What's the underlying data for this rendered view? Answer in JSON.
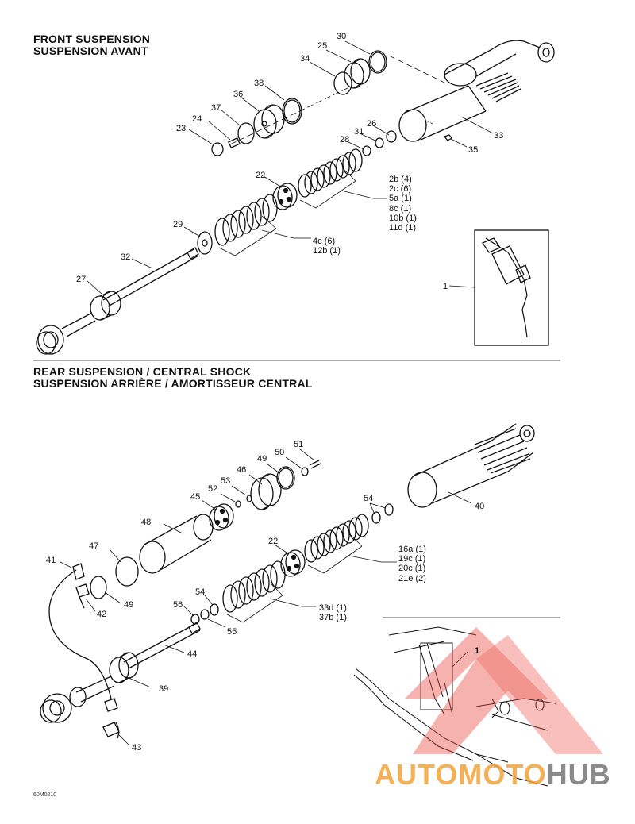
{
  "front": {
    "title_en": "FRONT SUSPENSION",
    "title_fr": "SUSPENSION AVANT",
    "callouts": [
      "30",
      "25",
      "34",
      "38",
      "36",
      "37",
      "24",
      "23",
      "31",
      "26",
      "28",
      "33",
      "35",
      "22",
      "29",
      "32",
      "27",
      "1"
    ],
    "qty_a": [
      "2b (4)",
      "2c (6)",
      "5a (1)",
      "8c (1)",
      "10b (1)",
      "11d (1)"
    ],
    "qty_b": [
      "4c (6)",
      "12b (1)"
    ]
  },
  "rear": {
    "title_en": "REAR SUSPENSION / CENTRAL SHOCK",
    "title_fr": "SUSPENSION ARRIÈRE / AMORTISSEUR CENTRAL",
    "callouts": [
      "51",
      "50",
      "49",
      "46",
      "53",
      "52",
      "45",
      "48",
      "54",
      "40",
      "47",
      "41",
      "22",
      "49",
      "42",
      "54",
      "56",
      "55",
      "44",
      "39",
      "43",
      "1"
    ],
    "qty_a": [
      "16a (1)",
      "19c (1)",
      "20c (1)",
      "21e (2)"
    ],
    "qty_b": [
      "33d (1)",
      "37b (1)"
    ]
  },
  "figure_code": "60M0210",
  "watermark": {
    "part1": "AUTOMOTO",
    "part2": "HUB",
    "color1": "#f2a43a",
    "color2": "#8a8a8a",
    "logo_color": "#e8433a"
  }
}
